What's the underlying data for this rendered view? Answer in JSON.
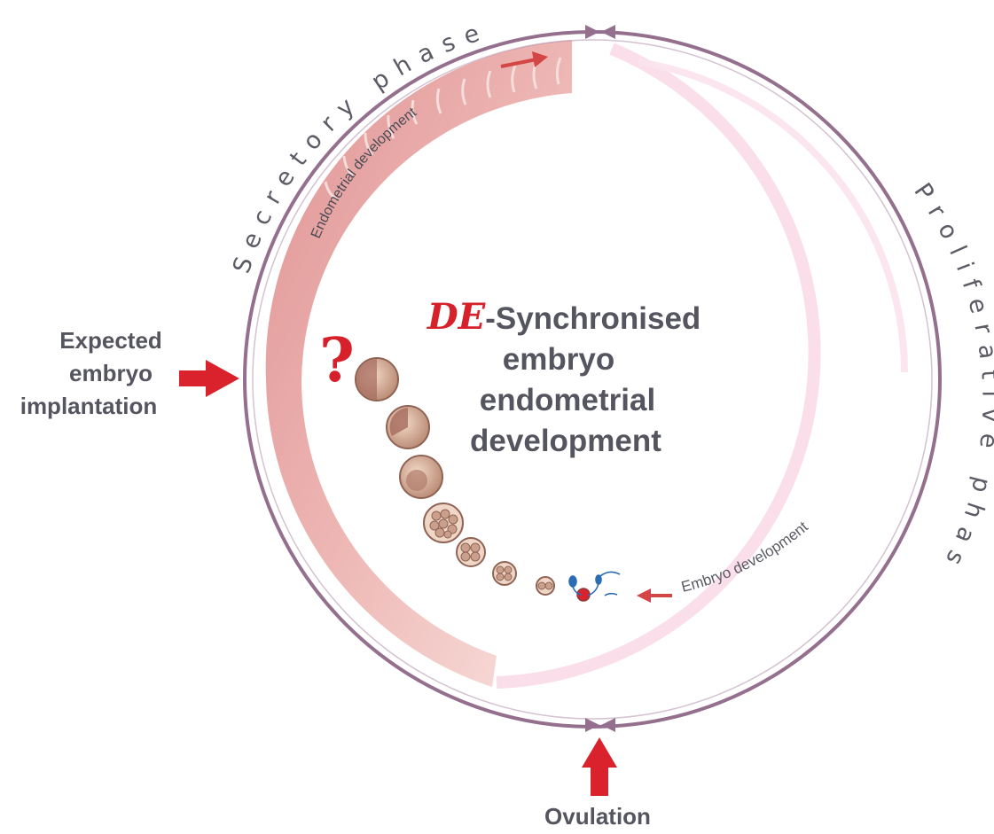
{
  "labels": {
    "secretory_phase": "Secretory phase",
    "proliferative_phase": "Proliferative phase",
    "endometrial_development": "Endometrial development",
    "embryo_development": "Embryo development",
    "expected_line1": "Expected",
    "expected_line2": "embryo",
    "expected_line3": "implantation",
    "ovulation": "Ovulation",
    "de_prefix": "DE",
    "title_line1_rest": "-Synchronised",
    "title_line2": "embryo",
    "title_line3": "endometrial",
    "title_line4": "development",
    "question_mark": "?"
  },
  "colors": {
    "ring": "#94708e",
    "arrow_red": "#d9222c",
    "endometrium": "#e39a9a",
    "proliferative_pink": "#f7c9dc",
    "text_gray": "#55555f"
  },
  "icons": {
    "embryo_stages": [
      "zygote",
      "2-cell",
      "4-cell",
      "8-cell",
      "morula",
      "early-blastocyst",
      "blastocyst",
      "hatching-blastocyst"
    ],
    "sperm_icon": "sperm-icon"
  }
}
